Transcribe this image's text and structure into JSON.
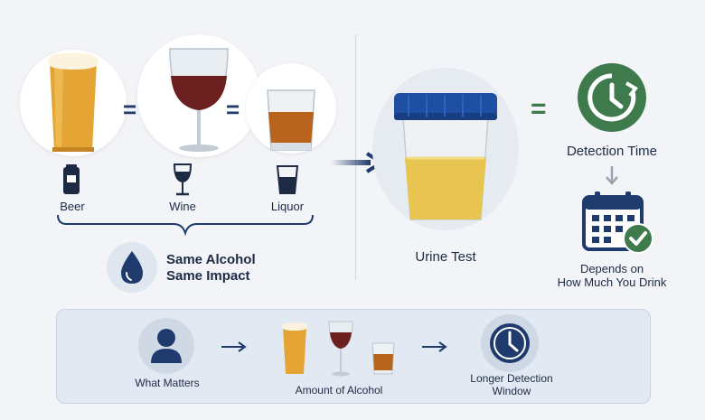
{
  "drinks": {
    "beer": "Beer",
    "wine": "Wine",
    "liquor": "Liquor"
  },
  "same": {
    "line1": "Same Alcohol",
    "line2": "Same Impact"
  },
  "urine_test": "Urine Test",
  "detection_time": "Detection Time",
  "depends": {
    "line1": "Depends on",
    "line2": "How Much You Drink"
  },
  "bottom": {
    "what_matters": "What Matters",
    "amount": "Amount of Alcohol",
    "longer_line1": "Longer Detection",
    "longer_line2": "Window"
  },
  "colors": {
    "navy": "#1f3b6e",
    "green": "#3f7a4d",
    "beer": "#d99a2b",
    "wine": "#6b1f1f"
  }
}
